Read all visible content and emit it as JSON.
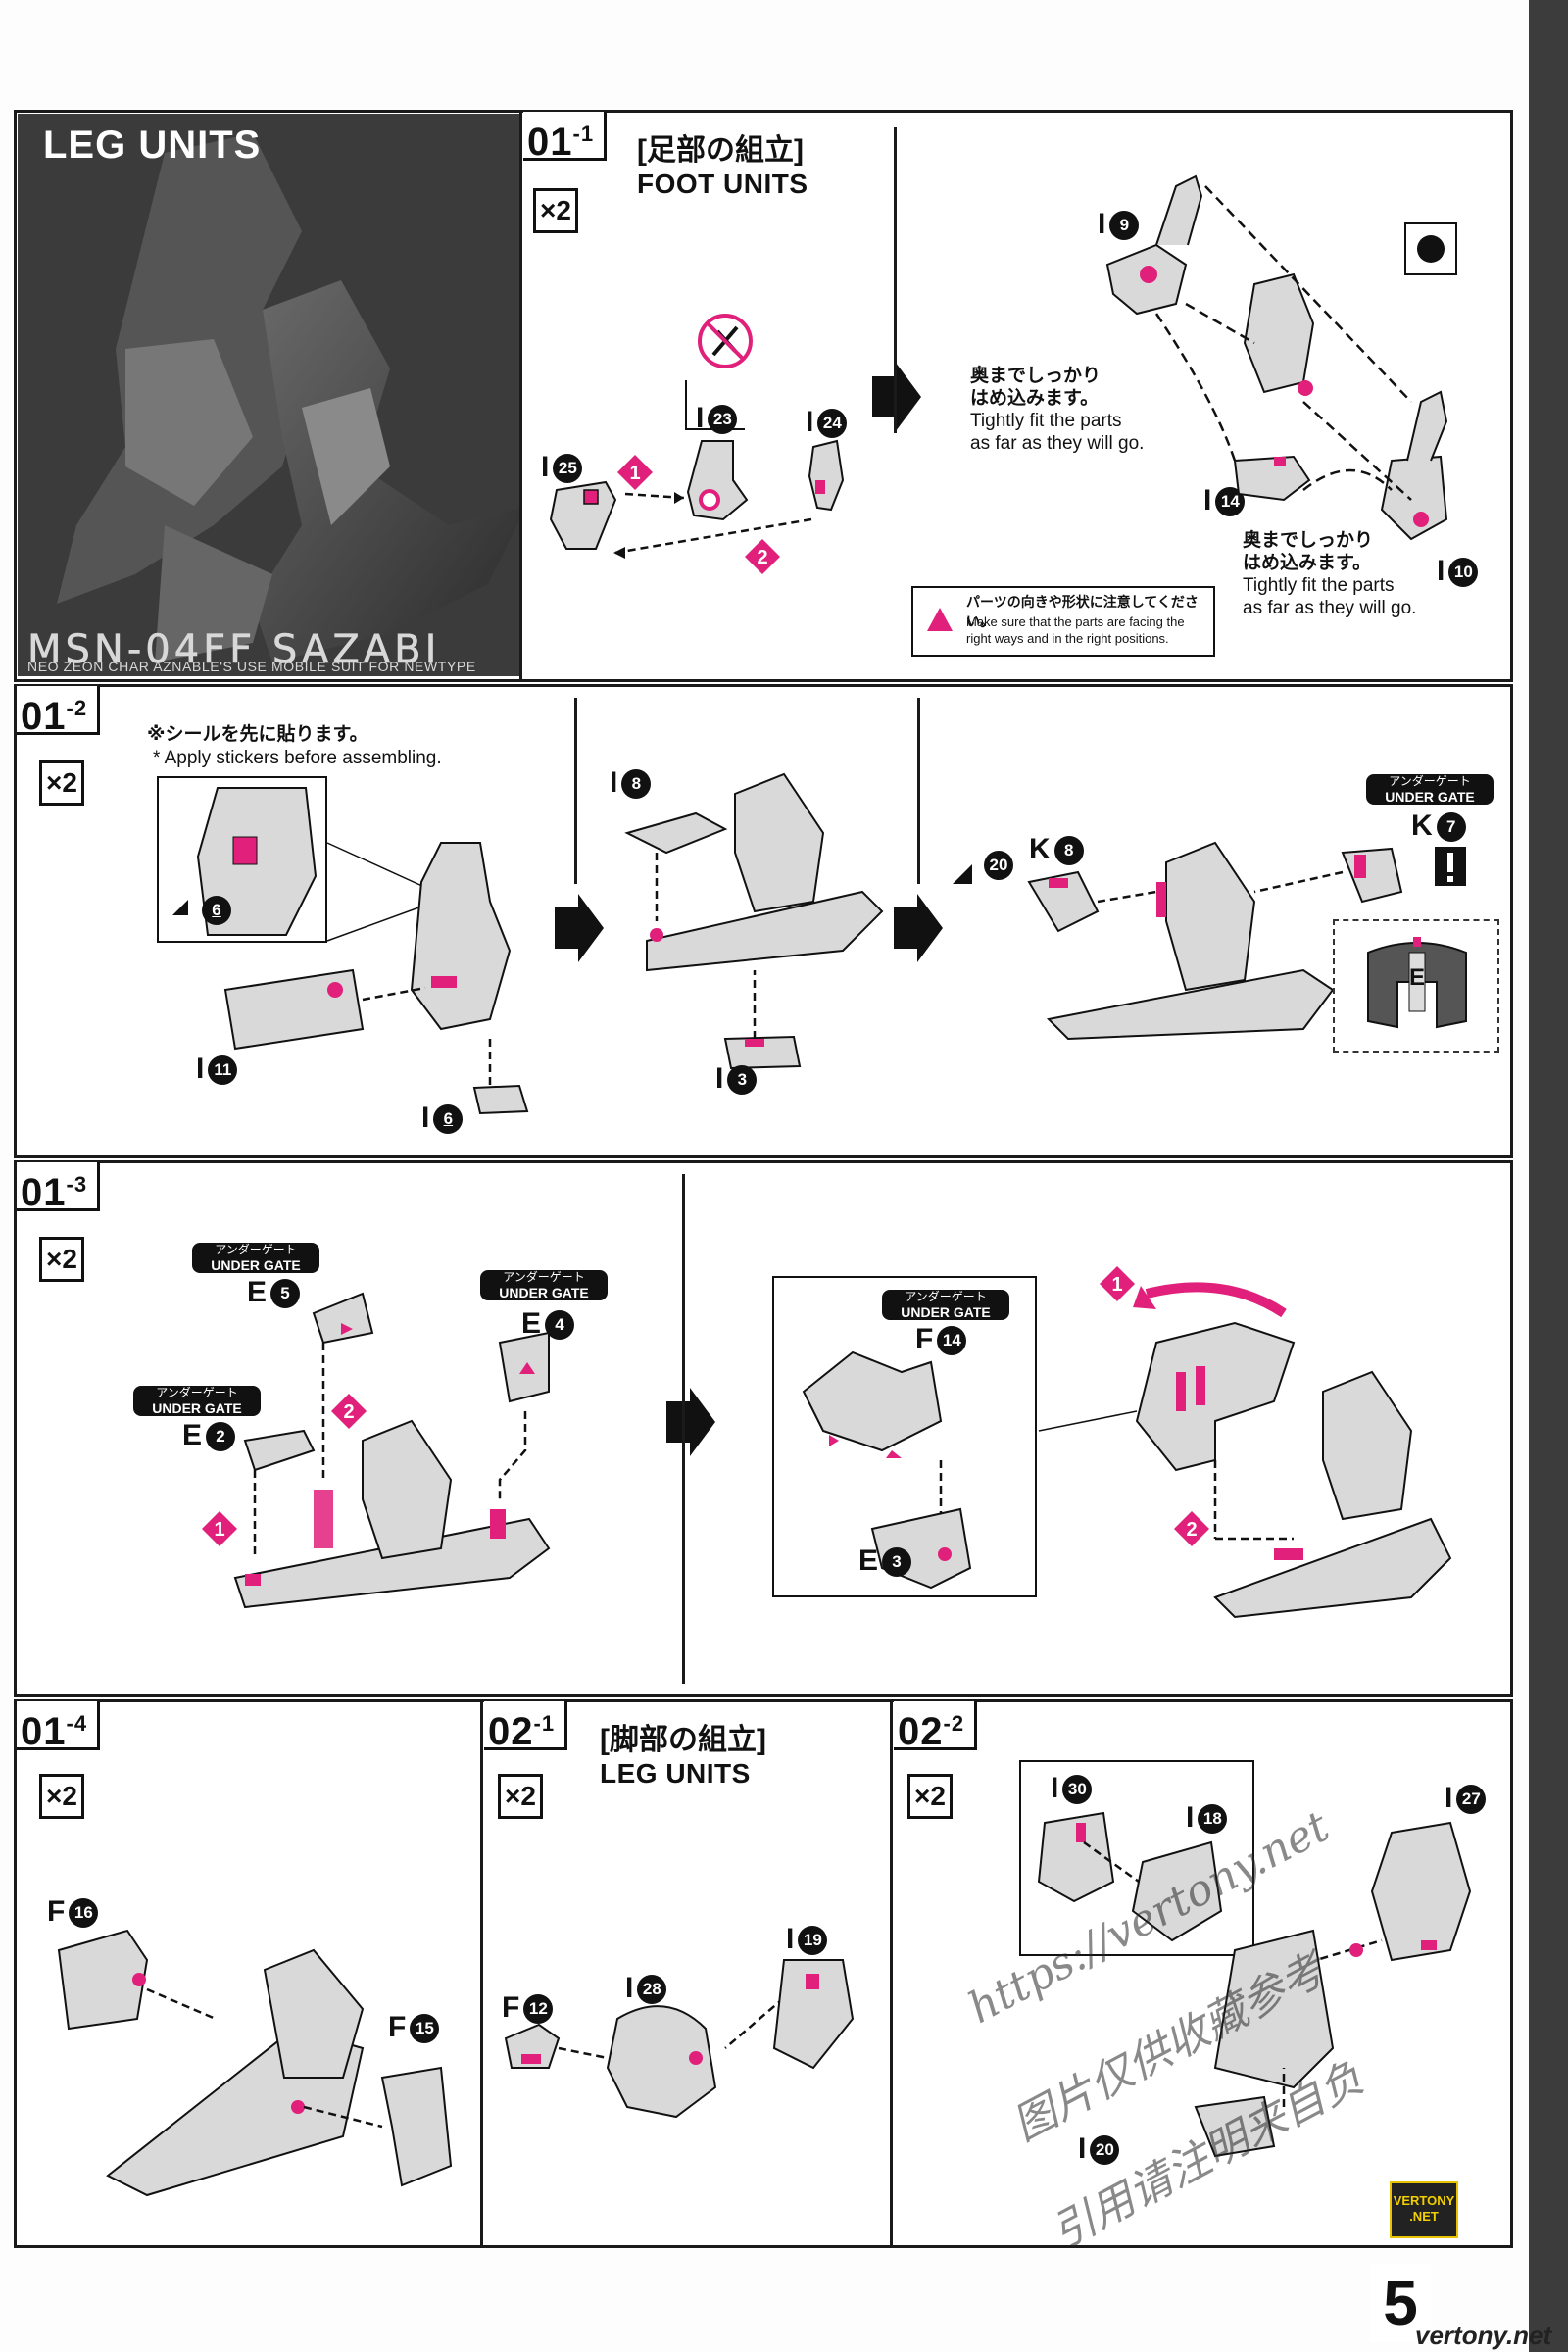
{
  "hero": {
    "title": "LEG UNITS",
    "model": "MSN-04FF SAZABI",
    "subtitle": "NEO ZEON CHAR AZNABLE'S USE MOBILE SUIT FOR NEWTYPE"
  },
  "step_01_1": {
    "tag": "01-1",
    "tag_main": "01",
    "tag_sub": "-1",
    "title_jp": "[足部の組立]",
    "title_en": "FOOT UNITS",
    "qty": "×2",
    "note1_jp": "奥までしっかり\nはめ込みます。",
    "note1_en": "Tightly fit the parts\nas far as they will go.",
    "note2_jp": "奥までしっかり\nはめ込みます。",
    "note2_en": "Tightly fit the parts\nas far as they will go.",
    "caution_jp": "パーツの向きや形状に注意してください。",
    "caution_en": "Make sure that the parts are facing the\nright ways and in the right positions.",
    "parts": {
      "p23": "I",
      "p24": "I",
      "p25": "I",
      "p9": "I",
      "p14": "I",
      "p10": "I"
    },
    "nums": {
      "n23": "23",
      "n24": "24",
      "n25": "25",
      "n9": "9",
      "n14": "14",
      "n10": "10"
    }
  },
  "step_01_2": {
    "tag_main": "01",
    "tag_sub": "-2",
    "qty": "×2",
    "sticker_jp": "※シールを先に貼ります。",
    "sticker_en": "* Apply stickers before assembling.",
    "sticker_num": "6",
    "sticker_num2": "20",
    "parts": {
      "p11": "I",
      "p6": "I",
      "p8": "I",
      "p3": "I",
      "k8": "K",
      "k7": "K",
      "e": "E"
    },
    "nums": {
      "n11": "11",
      "n6": "6",
      "n8": "8",
      "n3": "3",
      "nk8": "8",
      "nk7": "7"
    },
    "under_gate_jp": "アンダーゲート",
    "under_gate_en": "UNDER GATE"
  },
  "step_01_3": {
    "tag_main": "01",
    "tag_sub": "-3",
    "qty": "×2",
    "under_gate_jp": "アンダーゲート",
    "under_gate_en": "UNDER GATE",
    "parts": {
      "e5": "E",
      "e4": "E",
      "e2": "E",
      "f14": "F",
      "e3": "E"
    },
    "nums": {
      "n5": "5",
      "n4": "4",
      "n2": "2",
      "n14": "14",
      "n3": "3"
    }
  },
  "step_01_4": {
    "tag_main": "01",
    "tag_sub": "-4",
    "qty": "×2",
    "parts": {
      "f16": "F",
      "f15": "F"
    },
    "nums": {
      "n16": "16",
      "n15": "15"
    }
  },
  "step_02_1": {
    "tag_main": "02",
    "tag_sub": "-1",
    "title_jp": "[脚部の組立]",
    "title_en": "LEG UNITS",
    "qty": "×2",
    "parts": {
      "f12": "F",
      "i28": "I",
      "i19": "I"
    },
    "nums": {
      "n12": "12",
      "n28": "28",
      "n19": "19"
    }
  },
  "step_02_2": {
    "tag_main": "02",
    "tag_sub": "-2",
    "qty": "×2",
    "parts": {
      "i30": "I",
      "i18": "I",
      "i27": "I",
      "i20": "I"
    },
    "nums": {
      "n30": "30",
      "n18": "18",
      "n27": "27",
      "n20": "20"
    }
  },
  "watermark": {
    "line1": "https://vertony.net",
    "line2": "图片仅供收藏参考",
    "line3": "引用请注明来自负"
  },
  "badge": {
    "line1": "VERTONY",
    "line2": ".NET"
  },
  "footer": {
    "page": "5",
    "site": "vertony.net"
  },
  "colors": {
    "accent": "#e0207a",
    "ink": "#111111",
    "part_fill": "#d9d9d9",
    "hero_bg": "#3b3b3b"
  }
}
